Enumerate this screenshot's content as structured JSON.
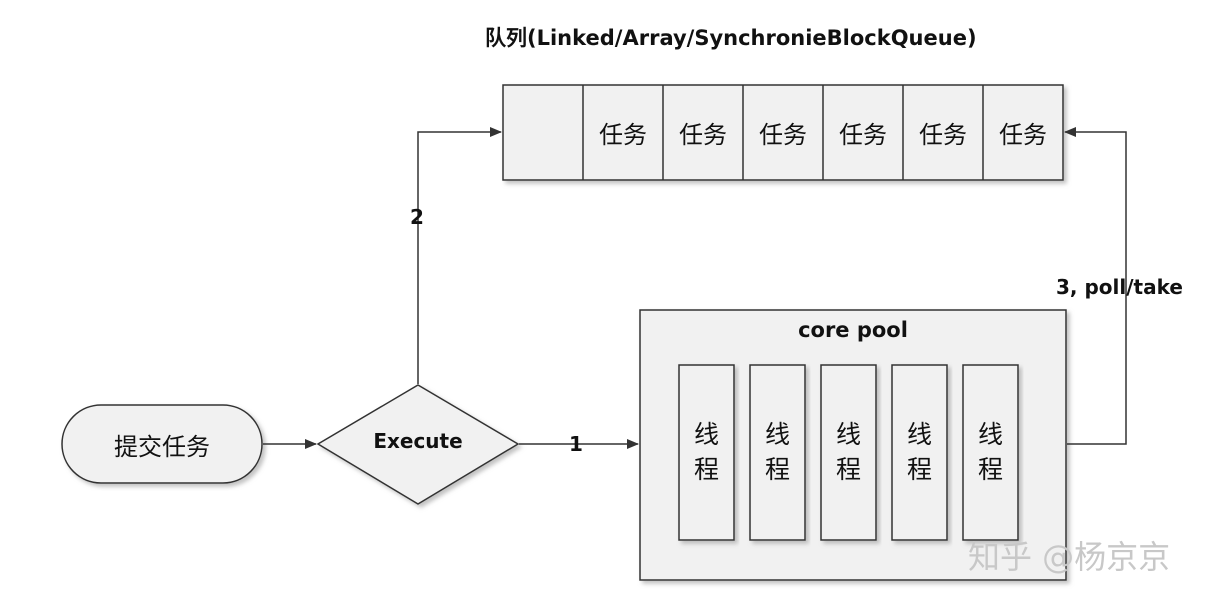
{
  "queue": {
    "title": "队列(Linked/Array/SynchronieBlockQueue)",
    "cells": [
      "",
      "任务",
      "任务",
      "任务",
      "任务",
      "任务",
      "任务"
    ]
  },
  "submit": {
    "label": "提交任务"
  },
  "execute": {
    "label": "Execute"
  },
  "pool": {
    "title": "core pool",
    "threads": [
      [
        "线",
        "程"
      ],
      [
        "线",
        "程"
      ],
      [
        "线",
        "程"
      ],
      [
        "线",
        "程"
      ],
      [
        "线",
        "程"
      ]
    ]
  },
  "edges": {
    "to_pool": "1",
    "to_queue": "2",
    "poll_take": "3, poll/take"
  },
  "watermark": "知乎 @杨京京"
}
